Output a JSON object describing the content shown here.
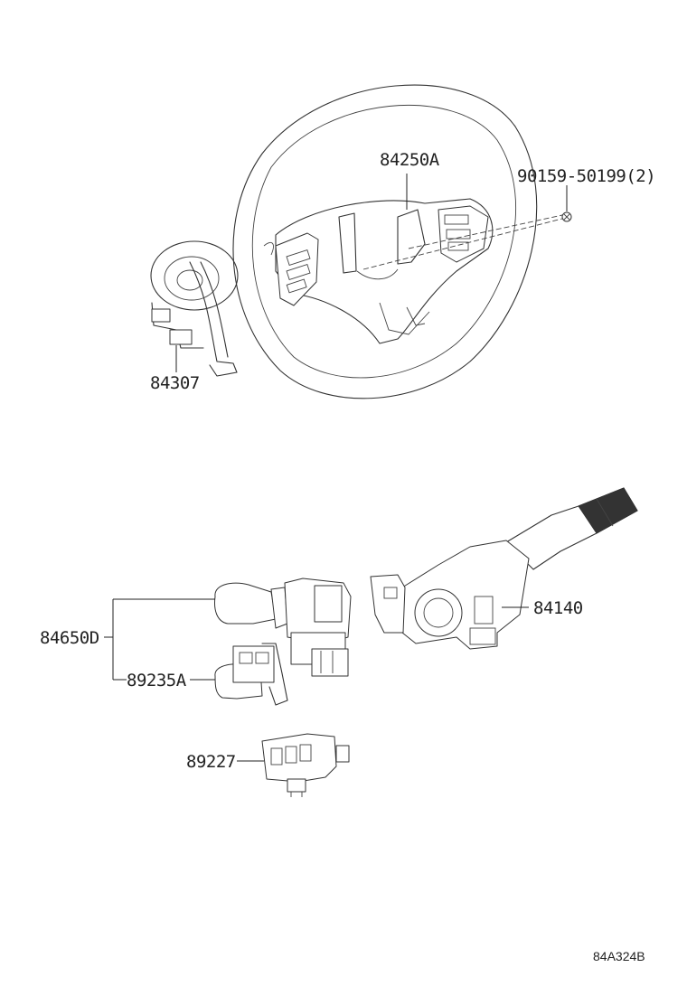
{
  "parts": {
    "steering_wheel": "84250A",
    "screw": "90159-50199(2)",
    "spiral_cable": "84307",
    "wiper_switch": "84140",
    "headlight_switch": "84650D",
    "fog_switch": "89235A",
    "sensor": "89227"
  },
  "diagram_code": "84A324B"
}
